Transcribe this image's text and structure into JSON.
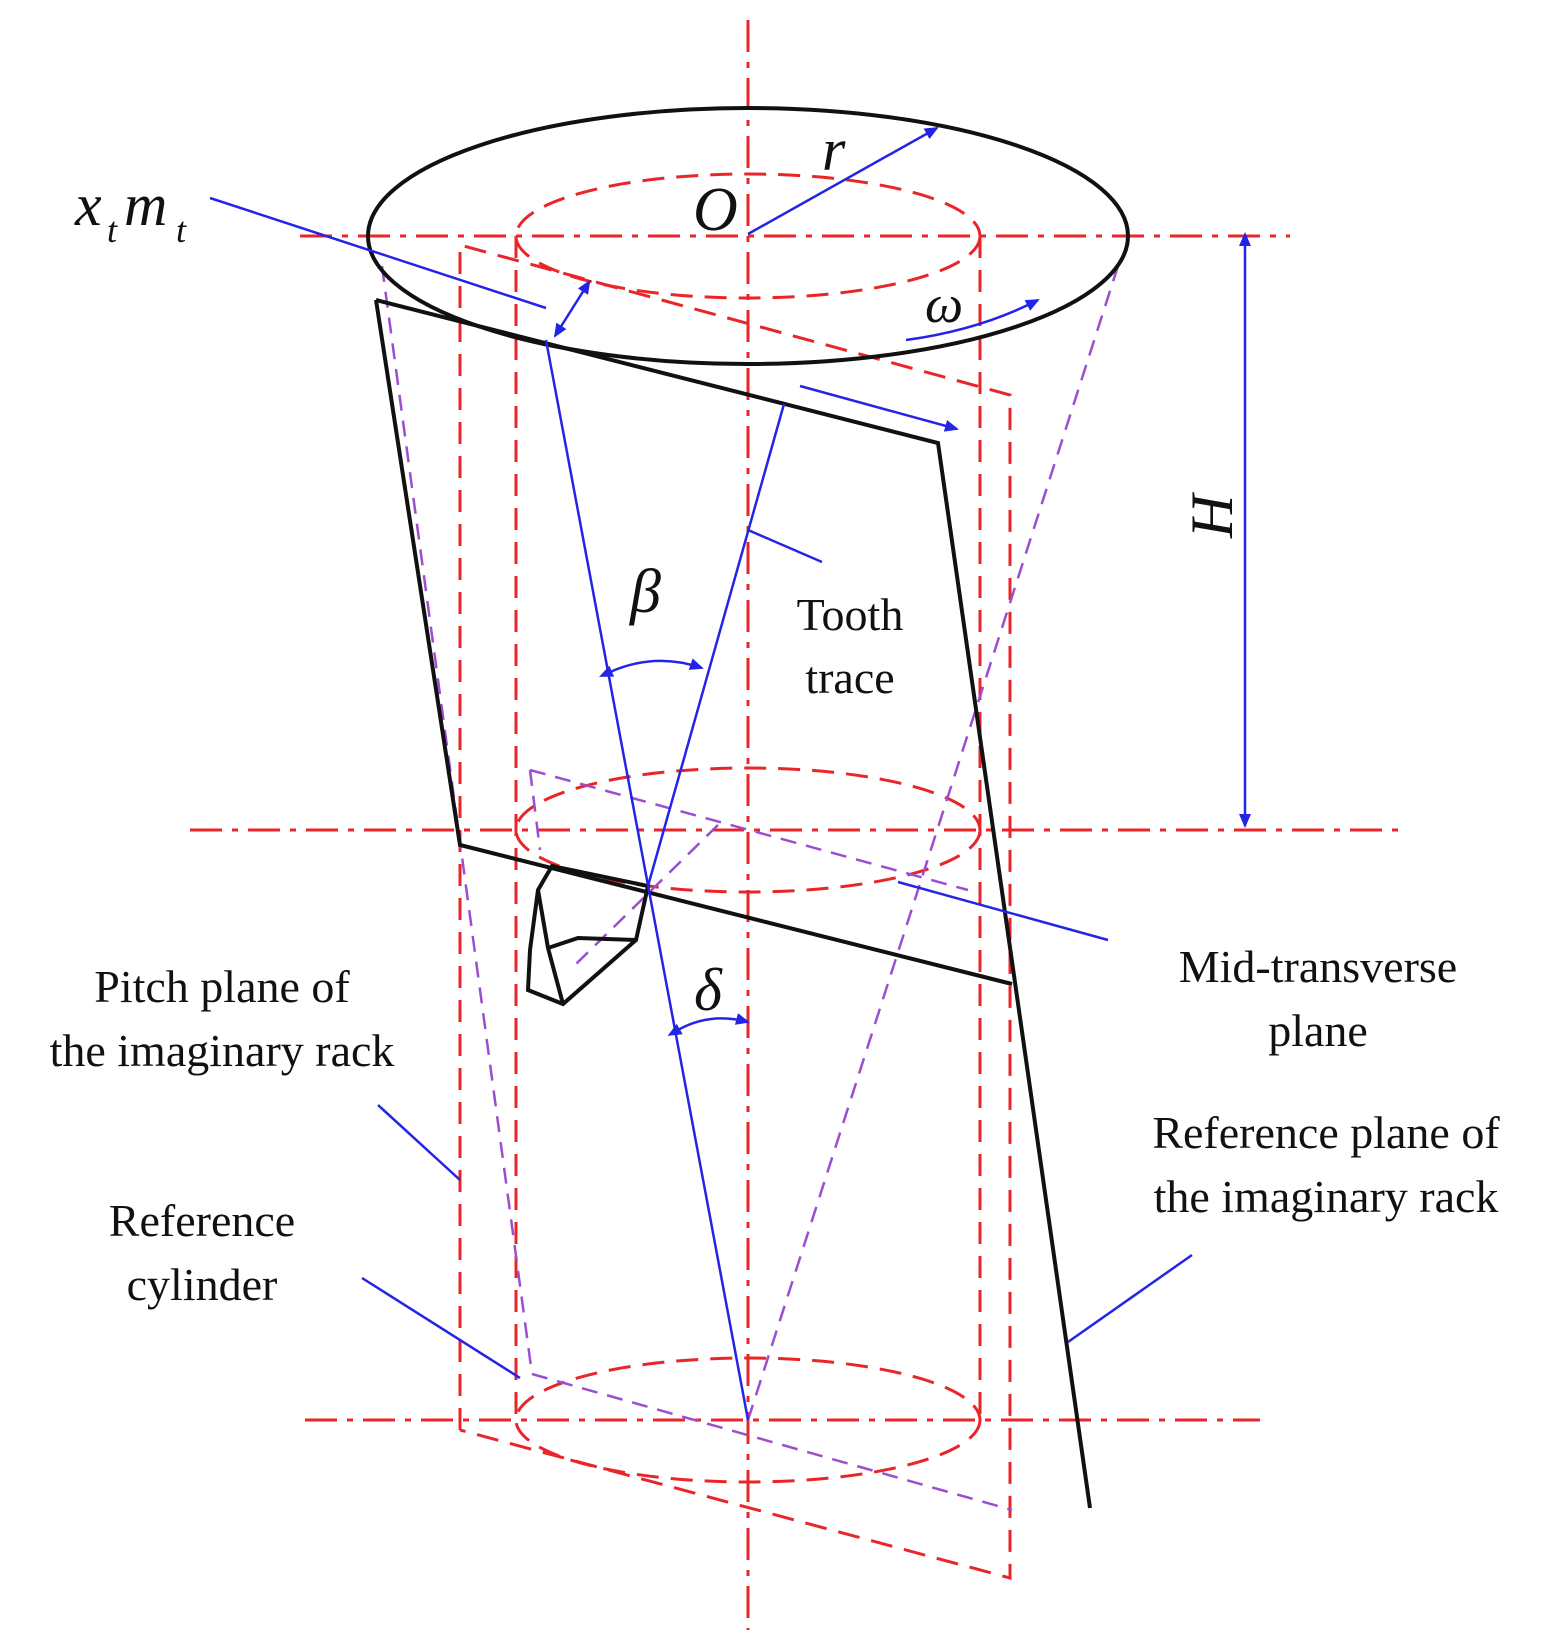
{
  "symbols": {
    "xt": "x",
    "xt_sub": "t",
    "mt": "m",
    "mt_sub": "t",
    "O": "O",
    "r": "r",
    "omega": "ω",
    "H": "H",
    "beta": "β",
    "delta": "δ"
  },
  "labels": {
    "tooth_trace_1": "Tooth",
    "tooth_trace_2": "trace",
    "mid_transverse_1": "Mid-transverse",
    "mid_transverse_2": "plane",
    "pitch_plane_1": "Pitch plane of",
    "pitch_plane_2": "the imaginary rack",
    "reference_cylinder_1": "Reference",
    "reference_cylinder_2": "cylinder",
    "reference_plane_1": "Reference plane of",
    "reference_plane_2": "the imaginary rack"
  },
  "colors": {
    "centerline": "#e8262a",
    "annotation": "#2424e6",
    "hidden_edge": "#9b4fd0",
    "outline": "#111111"
  }
}
